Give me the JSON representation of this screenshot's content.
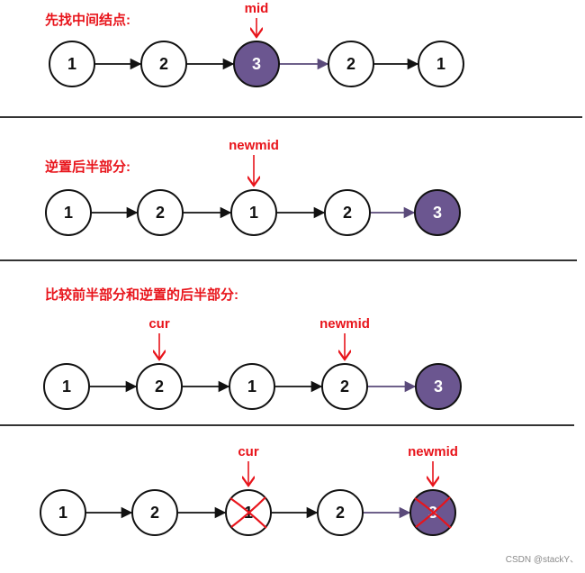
{
  "colors": {
    "accent_red": "#e8141b",
    "node_fill": "#ffffff",
    "node_highlight": "#6b5690",
    "node_stroke": "#111111",
    "arrow_black": "#111111",
    "arrow_purple": "#5a4a7a",
    "divider": "#333333",
    "watermark": "#8a8a8a"
  },
  "sections": [
    {
      "title": "先找中间结点:",
      "nodes": [
        {
          "value": "1",
          "highlight": false,
          "crossed": false
        },
        {
          "value": "2",
          "highlight": false,
          "crossed": false
        },
        {
          "value": "3",
          "highlight": true,
          "crossed": false
        },
        {
          "value": "2",
          "highlight": false,
          "crossed": false
        },
        {
          "value": "1",
          "highlight": false,
          "crossed": false
        }
      ],
      "links": [
        "black",
        "black",
        "purple",
        "black"
      ],
      "pointers": [
        {
          "label": "mid",
          "node_index": 2
        }
      ]
    },
    {
      "title": "逆置后半部分:",
      "nodes": [
        {
          "value": "1",
          "highlight": false,
          "crossed": false
        },
        {
          "value": "2",
          "highlight": false,
          "crossed": false
        },
        {
          "value": "1",
          "highlight": false,
          "crossed": false
        },
        {
          "value": "2",
          "highlight": false,
          "crossed": false
        },
        {
          "value": "3",
          "highlight": true,
          "crossed": false
        }
      ],
      "links": [
        "black",
        "black",
        "black",
        "purple"
      ],
      "pointers": [
        {
          "label": "newmid",
          "node_index": 2
        }
      ]
    },
    {
      "title": "比较前半部分和逆置的后半部分:",
      "nodes": [
        {
          "value": "1",
          "highlight": false,
          "crossed": false
        },
        {
          "value": "2",
          "highlight": false,
          "crossed": false
        },
        {
          "value": "1",
          "highlight": false,
          "crossed": false
        },
        {
          "value": "2",
          "highlight": false,
          "crossed": false
        },
        {
          "value": "3",
          "highlight": true,
          "crossed": false
        }
      ],
      "links": [
        "black",
        "black",
        "black",
        "purple"
      ],
      "pointers": [
        {
          "label": "cur",
          "node_index": 1
        },
        {
          "label": "newmid",
          "node_index": 3
        }
      ]
    },
    {
      "title": "",
      "nodes": [
        {
          "value": "1",
          "highlight": false,
          "crossed": false
        },
        {
          "value": "2",
          "highlight": false,
          "crossed": false
        },
        {
          "value": "1",
          "highlight": false,
          "crossed": true
        },
        {
          "value": "2",
          "highlight": false,
          "crossed": false
        },
        {
          "value": "3",
          "highlight": true,
          "crossed": true
        }
      ],
      "links": [
        "black",
        "black",
        "black",
        "purple"
      ],
      "pointers": [
        {
          "label": "cur",
          "node_index": 2
        },
        {
          "label": "newmid",
          "node_index": 4
        }
      ]
    }
  ],
  "watermark": "CSDN @stackY、"
}
